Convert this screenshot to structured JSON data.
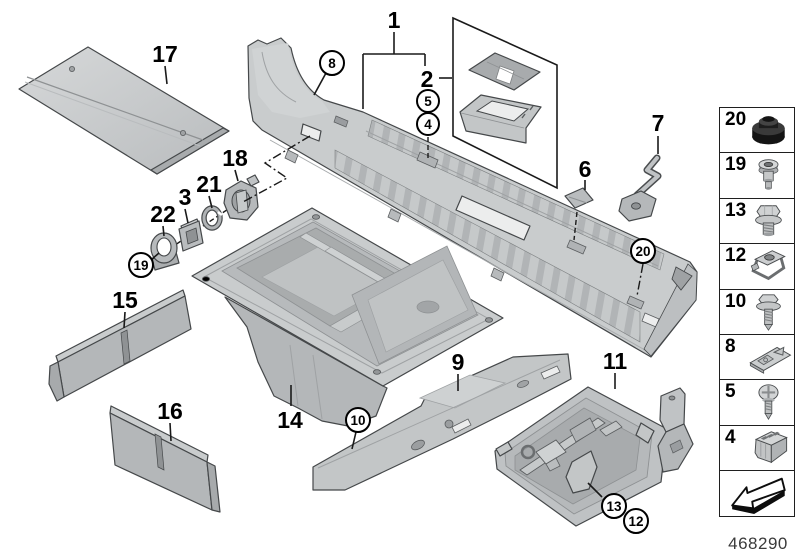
{
  "page": {
    "background": "#ffffff"
  },
  "colors": {
    "part_fill": "#c9cccd",
    "part_shadow": "#b2b5b7",
    "outline": "#45484a",
    "callout_line": "#1a1a1a",
    "plug_black": "#1b1b1b"
  },
  "diagram": {
    "callouts": {
      "n1": "1",
      "n2": "2",
      "n3": "3",
      "n4": "4",
      "n5": "5",
      "n6": "6",
      "n7": "7",
      "n8": "8",
      "n9": "9",
      "n10": "10",
      "n11": "11",
      "n12": "12",
      "n13": "13",
      "n14": "14",
      "n15": "15",
      "n16": "16",
      "n17": "17",
      "n18": "18",
      "n19": "19",
      "n20": "20",
      "n21": "21",
      "n22": "22"
    }
  },
  "sidebar": {
    "items": [
      {
        "number": "20",
        "icon": "rubber-plug-icon"
      },
      {
        "number": "19",
        "icon": "shoulder-screw-icon"
      },
      {
        "number": "13",
        "icon": "hex-bolt-washer-icon"
      },
      {
        "number": "12",
        "icon": "cage-nut-icon"
      },
      {
        "number": "10",
        "icon": "self-tapping-screw-icon"
      },
      {
        "number": "8",
        "icon": "cover-plate-icon"
      },
      {
        "number": "5",
        "icon": "phillips-screw-icon"
      },
      {
        "number": "4",
        "icon": "expanding-nut-icon"
      }
    ],
    "nav_icon": "prev-page-arrow-icon"
  },
  "footer": {
    "drawing_number": "468290"
  }
}
